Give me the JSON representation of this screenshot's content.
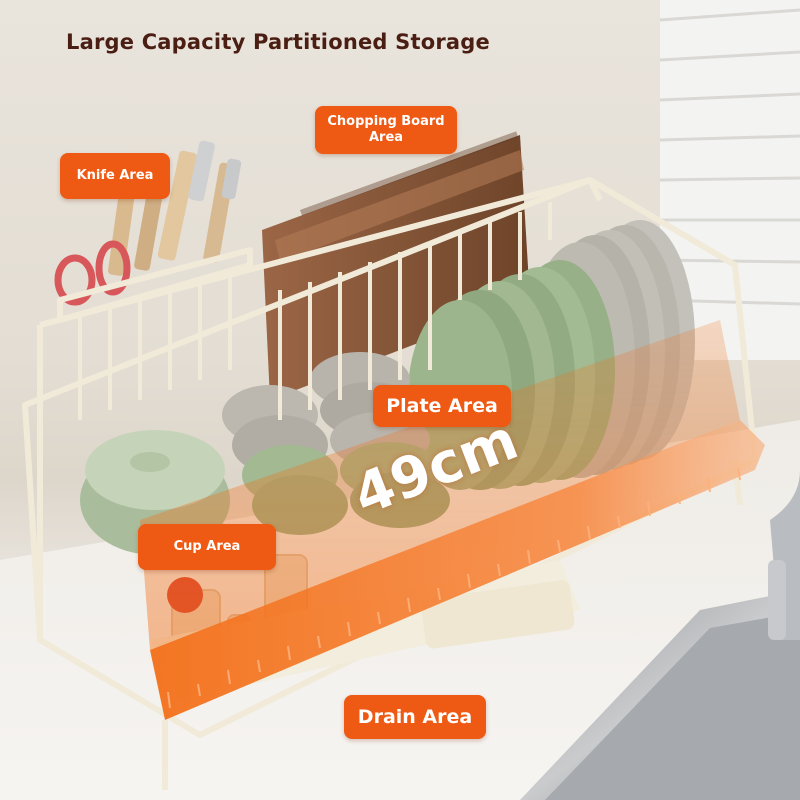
{
  "title": "Large Capacity Partitioned Storage",
  "labels": {
    "knife_area": "Knife Area",
    "chopping_board_area": "Chopping Board Area",
    "plate_area": "Plate Area",
    "cup_area": "Cup Area",
    "drain_area": "Drain Area"
  },
  "measurement": "49cm",
  "colors": {
    "tag_orange": "#ee5a14",
    "title_brown": "#4a1e12",
    "rack_cream": "#f1ead8",
    "plate_green": "#9db68c",
    "plate_gray": "#b7b3ab",
    "board_brown": "#8a5a3b"
  }
}
